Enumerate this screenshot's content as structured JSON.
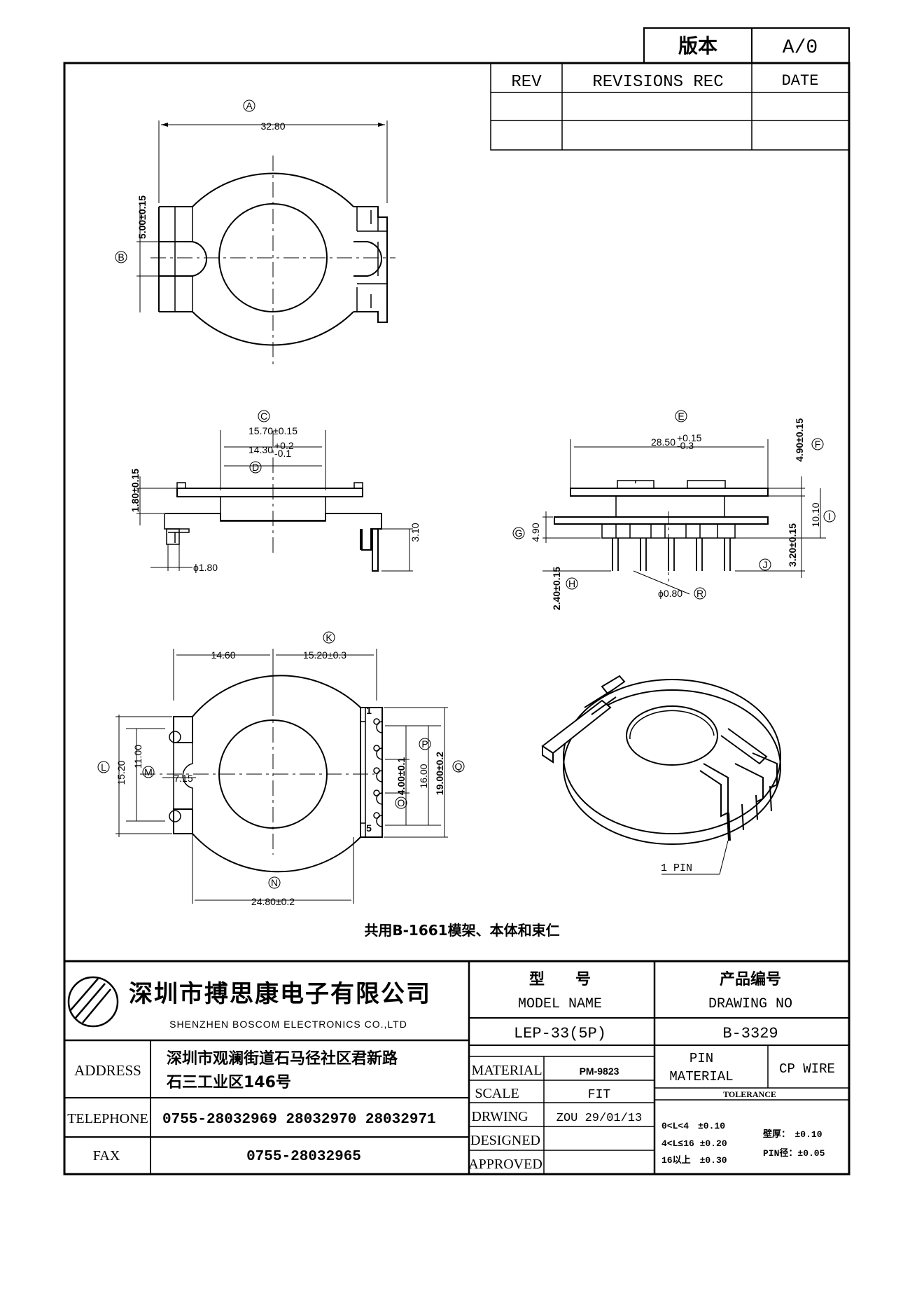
{
  "header": {
    "version_label": "版本",
    "version_value": "A/0",
    "rev_label": "REV",
    "revisions_label": "REVISIONS REC",
    "date_label": "DATE"
  },
  "top_view": {
    "label_a": "A",
    "dim_a": "32.80",
    "label_b": "B",
    "dim_b": "5.00±0.15"
  },
  "front_view": {
    "label_c": "C",
    "dim_c": "15.70±0.15",
    "label_d": "D",
    "dim_d": "14.30",
    "dim_d_tol_plus": "+0.2",
    "dim_d_tol_minus": "-0.1",
    "dim_height": "1.80±0.15",
    "dim_pin_len": "3.10",
    "dim_pin_dia": "ϕ1.80"
  },
  "side_view": {
    "label_e": "E",
    "dim_e": "28.50",
    "dim_e_tol_plus": "+0.15",
    "dim_e_tol_minus": "-0.3",
    "label_f": "F",
    "dim_f": "4.90±0.15",
    "label_g": "G",
    "dim_g": "4.90",
    "label_h": "H",
    "dim_h": "2.40±0.15",
    "label_i": "I",
    "dim_i": "10.10",
    "label_j": "J",
    "dim_j": "3.20±0.15",
    "label_r": "R",
    "dim_r": "ϕ0.80"
  },
  "bottom_view": {
    "label_k": "K",
    "dim_k_left": "14.60",
    "dim_k_right": "15.20±0.3",
    "label_l": "L",
    "dim_l": "15.20",
    "label_m": "M",
    "dim_m": "11.00",
    "dim_m2": "7.15",
    "label_n": "N",
    "dim_n": "24.80±0.2",
    "label_o": "O",
    "dim_o": "4.00±0.1",
    "label_p": "P",
    "dim_p": "16.00",
    "label_q": "Q",
    "dim_q": "19.00±0.2",
    "pin_first": "1",
    "pin_last": "5"
  },
  "iso_view": {
    "pin_callout": "1 PIN"
  },
  "note": "共用B-1661模架、本体和束仁",
  "company": {
    "name_cn": "深圳市搏思康电子有限公司",
    "name_en": "SHENZHEN BOSCOM ELECTRONICS CO.,LTD"
  },
  "title_block": {
    "model_label_cn": "型　　号",
    "model_label_en": "MODEL NAME",
    "model_value": "LEP-33(5P)",
    "drawing_label_cn": "产品编号",
    "drawing_label_en": "DRAWING NO",
    "drawing_value": "B-3329",
    "address_label": "ADDRESS",
    "address_line1": "深圳市观澜街道石马径社区君新路",
    "address_line2": "石三工业区146号",
    "telephone_label": "TELEPHONE",
    "telephone_value": "0755-28032969 28032970 28032971",
    "fax_label": "FAX",
    "fax_value": "0755-28032965",
    "material_label": "MATERIAL",
    "material_value": "PM-9823",
    "scale_label": "SCALE",
    "scale_value": "FIT",
    "drawing_row_label": "DRWING",
    "drawing_row_value": "ZOU 29/01/13",
    "designed_label": "DESIGNED",
    "approved_label": "APPROVED",
    "pin_material_label_1": "PIN",
    "pin_material_label_2": "MATERIAL",
    "pin_material_value": "CP WIRE",
    "tolerance_label": "TOLERANCE",
    "tol_1": "0<L<4　±0.10",
    "tol_2": "4<L≤16 ±0.20",
    "tol_3": "16以上　±0.30",
    "tol_wall": "壁厚：　±0.10",
    "tol_pin": "PIN径：±0.05"
  }
}
